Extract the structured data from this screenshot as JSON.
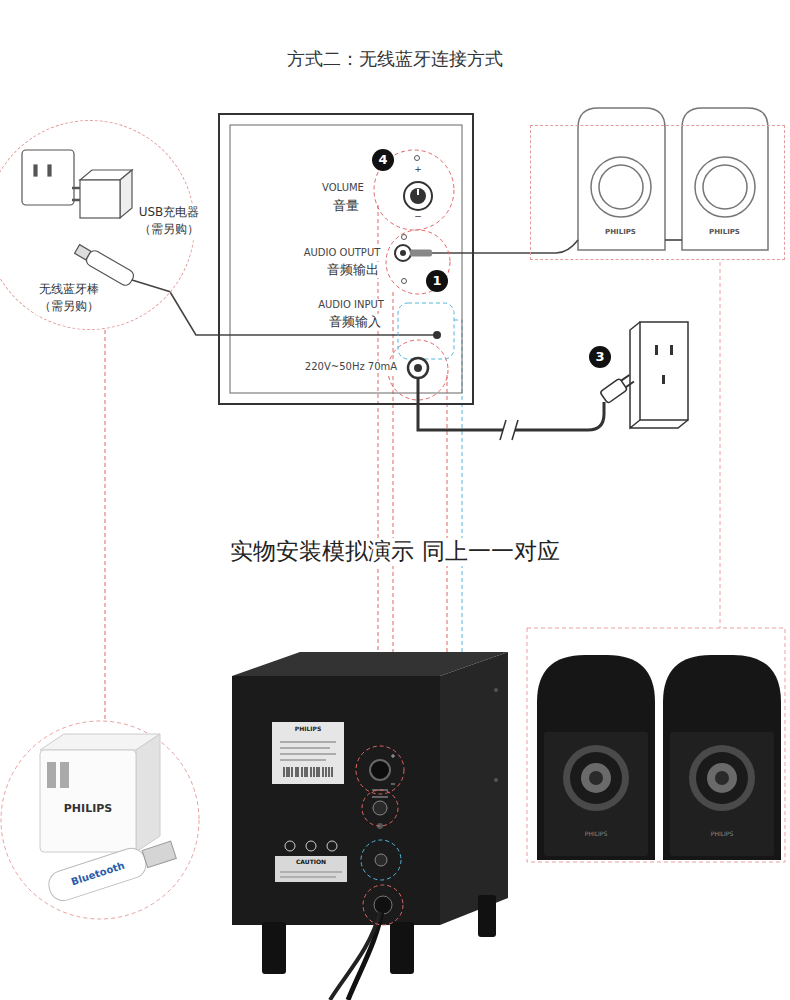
{
  "diagram": {
    "title": "方式二：无线蓝牙连接方式",
    "nodes": [
      {
        "text": [
          "VOLUME",
          "音量",
          "AUDIO OUTPUT",
          "音频输出",
          "AUDIO INPUT",
          "音频输入",
          "220V~50Hz 70mA"
        ]
      },
      {
        "text": [
          "USB充电器 （需另购）",
          "无线蓝牙棒 （需另购）"
        ]
      },
      {
        "text": [
          "PHILIPS",
          "PHILIPS"
        ]
      }
    ],
    "edges": [
      {
        "from": 1,
        "to": 0,
        "arrow": "none"
      },
      {
        "from": 0,
        "to": 2,
        "arrow": "none"
      }
    ],
    "labels": [
      "4",
      "+",
      "−",
      "1",
      "3",
      "实物安装模拟演示 同上一一对应",
      "PHILIPS",
      "CAUTION",
      "PHILIPS",
      "Bluetooth",
      "PHILIPS",
      "PHILIPS"
    ]
  }
}
